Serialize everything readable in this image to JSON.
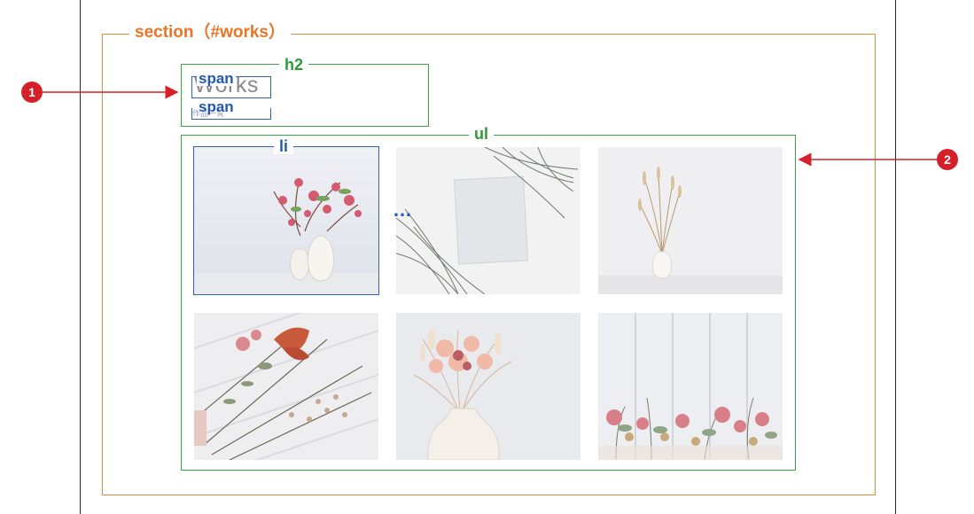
{
  "section": {
    "label": "section（#works）"
  },
  "h2": {
    "label": "h2",
    "span_label_1": "span",
    "span_label_2": "span",
    "title_text": "Works",
    "subtitle_text": "作品一覧"
  },
  "ul": {
    "label": "ul",
    "li_label": "li",
    "ellipsis": "…"
  },
  "callouts": [
    {
      "number": "1",
      "target": "h2"
    },
    {
      "number": "2",
      "target": "ul"
    }
  ],
  "colors": {
    "section": "#ec7426",
    "h2_ul": "#3aa642",
    "span_li": "#2f62b8",
    "callout": "#d4202a"
  },
  "thumbnails": [
    {
      "name": "flower-thumb-1",
      "subject": "pink flowers in white vases"
    },
    {
      "name": "flower-thumb-2",
      "subject": "dried grass and card"
    },
    {
      "name": "flower-thumb-3",
      "subject": "dried stems in small vase"
    },
    {
      "name": "flower-thumb-4",
      "subject": "dried flowers laid on wood"
    },
    {
      "name": "flower-thumb-5",
      "subject": "pastel dried bouquet in vase"
    },
    {
      "name": "flower-thumb-6",
      "subject": "dried flowers along bottom of wood wall"
    }
  ]
}
